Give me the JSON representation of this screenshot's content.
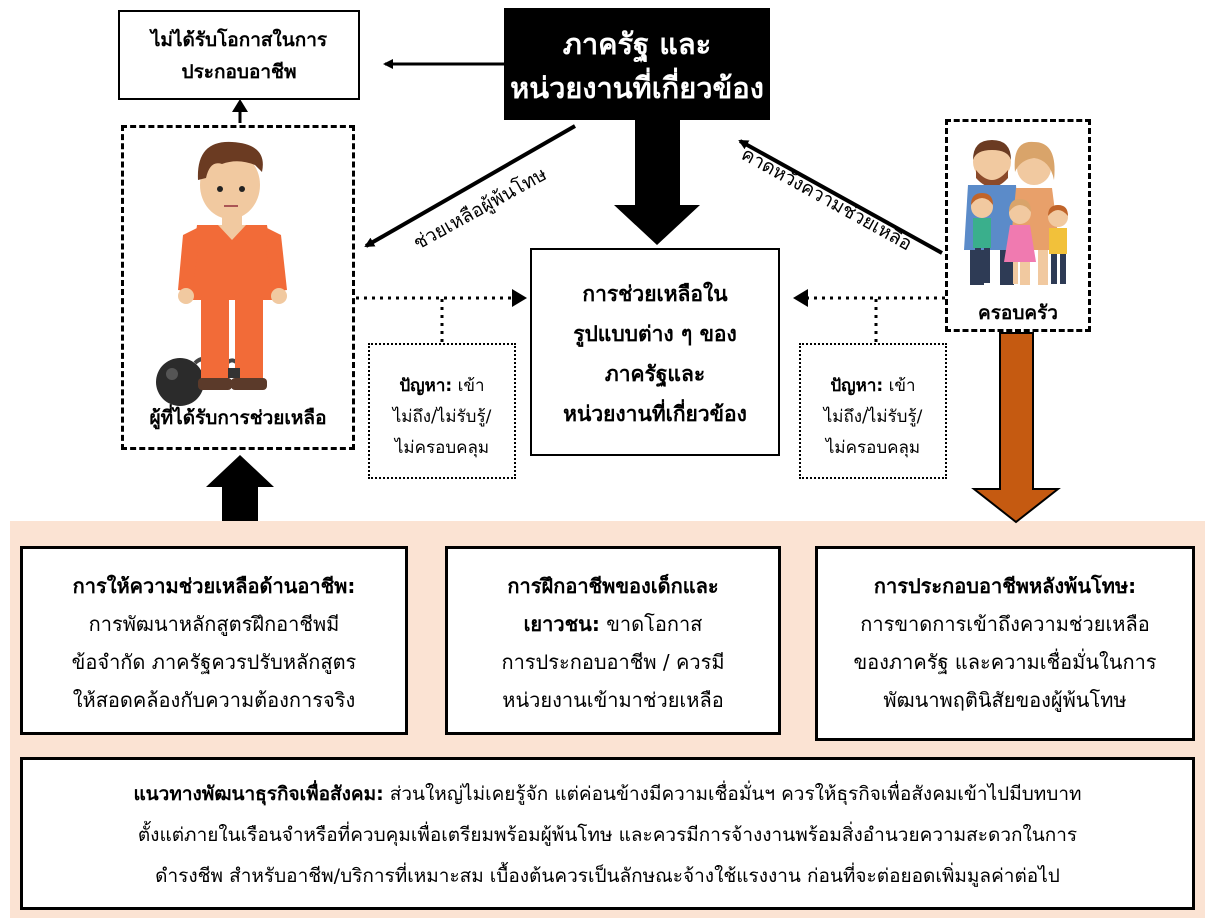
{
  "government": {
    "line1": "ภาครัฐ และ",
    "line2": "หน่วยงานที่เกี่ยวข้อง"
  },
  "no_opportunity": {
    "line1": "ไม่ได้รับโอกาสในการ",
    "line2": "ประกอบอาชีพ"
  },
  "beneficiary": {
    "label": "ผู้ที่ได้รับการช่วยเหลือ"
  },
  "family": {
    "label": "ครอบครัว"
  },
  "center": {
    "line1": "การช่วยเหลือใน",
    "line2": "รูปแบบต่าง ๆ ของ",
    "line3": "ภาครัฐและ",
    "line4": "หน่วยงานที่เกี่ยวข้อง"
  },
  "arrow_labels": {
    "help_offenders": "ช่วยเหลือผู้พ้นโทษ",
    "expect_help": "คาดหวังความช่วยเหลือ"
  },
  "problem_left": {
    "title": "ปัญหา:",
    "line1_rest": " เข้า",
    "line2": "ไม่ถึง/ไม่รับรู้/",
    "line3": "ไม่ครอบคลุม"
  },
  "problem_right": {
    "title": "ปัญหา:",
    "line1_rest": " เข้า",
    "line2": "ไม่ถึง/ไม่รับรู้/",
    "line3": "ไม่ครอบคลุม"
  },
  "card1": {
    "title": "การให้ความช่วยเหลือด้านอาชีพ:",
    "line1": "การพัฒนาหลักสูตรฝึกอาชีพมี",
    "line2": "ข้อจำกัด ภาครัฐควรปรับหลักสูตร",
    "line3": "ให้สอดคล้องกับความต้องการจริง"
  },
  "card2": {
    "title1": "การฝึกอาชีพของเด็กและ",
    "title2": "เยาวชน:",
    "text1": " ขาดโอกาส",
    "line2": "การประกอบอาชีพ / ควรมี",
    "line3": "หน่วยงานเข้ามาช่วยเหลือ"
  },
  "card3": {
    "title": "การประกอบอาชีพหลังพ้นโทษ:",
    "line1": "การขาดการเข้าถึงความช่วยเหลือ",
    "line2": "ของภาครัฐ และความเชื่อมั่นในการ",
    "line3": "พัฒนาพฤตินิสัยของผู้พ้นโทษ"
  },
  "bottom": {
    "title": "แนวทางพัฒนาธุรกิจเพื่อสังคม:",
    "line1_rest": " ส่วนใหญ่ไม่เคยรู้จัก แต่ค่อนข้างมีความเชื่อมั่นฯ ควรให้ธุรกิจเพื่อสังคมเข้าไปมีบทบาท",
    "line2": "ตั้งแต่ภายในเรือนจำหรือที่ควบคุมเพื่อเตรียมพร้อมผู้พ้นโทษ และควรมีการจ้างงานพร้อมสิ่งอำนวยความสะดวกในการ",
    "line3": "ดำรงชีพ สำหรับอาชีพ/บริการที่เหมาะสม เบื้องต้นควรเป็นลักษณะจ้างใช้แรงงาน ก่อนที่จะต่อยอดเพิ่มมูลค่าต่อไป"
  },
  "colors": {
    "peach": "#fbe3d3",
    "orange_arrow": "#c55a11",
    "black": "#000000"
  }
}
